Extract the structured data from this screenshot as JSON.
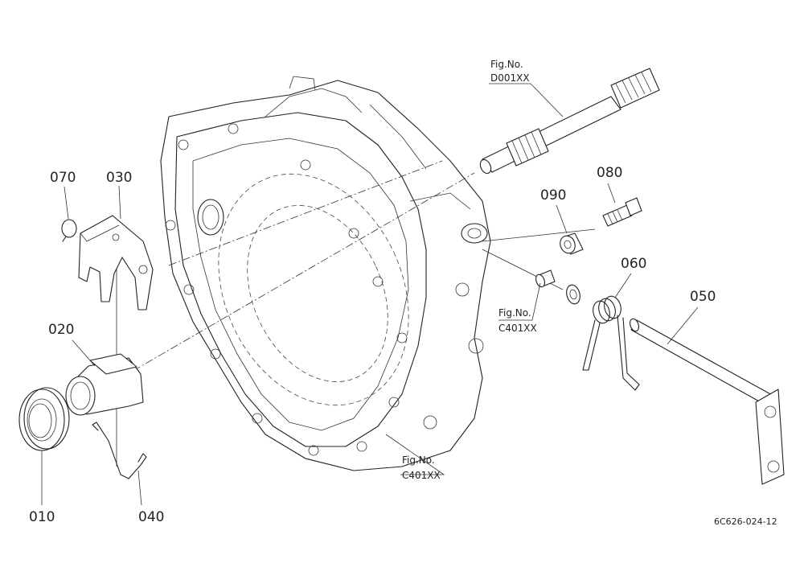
{
  "diagram": {
    "parts": [
      {
        "id": "p010",
        "no": "010"
      },
      {
        "id": "p020",
        "no": "020"
      },
      {
        "id": "p030",
        "no": "030"
      },
      {
        "id": "p040",
        "no": "040"
      },
      {
        "id": "p050",
        "no": "050"
      },
      {
        "id": "p060",
        "no": "060"
      },
      {
        "id": "p070",
        "no": "070"
      },
      {
        "id": "p080",
        "no": "080"
      },
      {
        "id": "p090",
        "no": "090"
      }
    ],
    "figure_refs": [
      {
        "id": "shaft",
        "label": "Fig.No.",
        "code": "D001XX"
      },
      {
        "id": "bushing",
        "label": "Fig.No.",
        "code": "C401XX"
      },
      {
        "id": "housing",
        "label": "Fig.No.",
        "code": "C401XX"
      }
    ],
    "drawing_code": "6C626-024-12"
  }
}
